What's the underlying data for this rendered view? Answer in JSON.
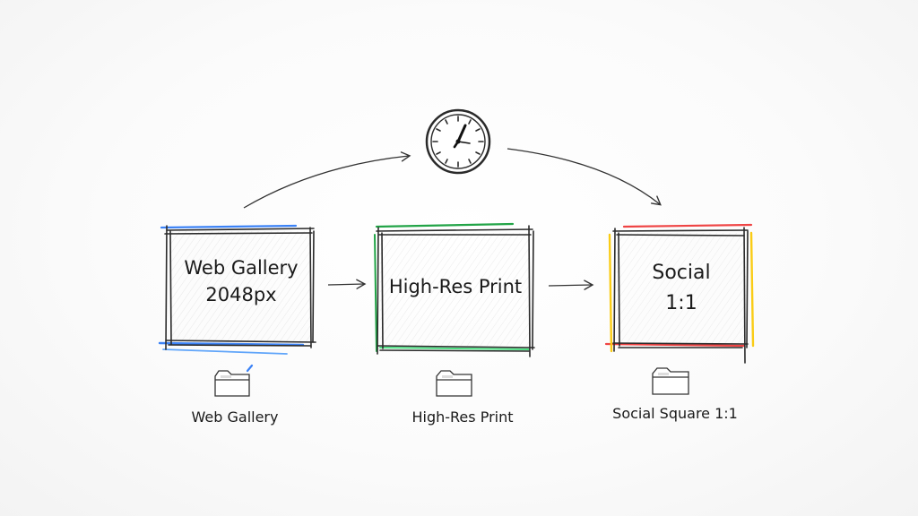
{
  "stages": [
    {
      "title_lines": [
        "Web Gallery",
        "2048px"
      ],
      "caption": "Web Gallery",
      "accent": "#3b82f6",
      "accent2": "#60a5fa"
    },
    {
      "title_lines": [
        "High-Res Print"
      ],
      "caption": "High-Res Print",
      "accent": "#22a447",
      "accent2": "#4ade80"
    },
    {
      "title_lines": [
        "Social",
        "1:1"
      ],
      "caption": "Social Square 1:1",
      "accent": "#ef4444",
      "accent2": "#facc15"
    }
  ],
  "timer_icon": "clock-icon",
  "folder_icon": "folder-icon",
  "ink_color": "#222222"
}
